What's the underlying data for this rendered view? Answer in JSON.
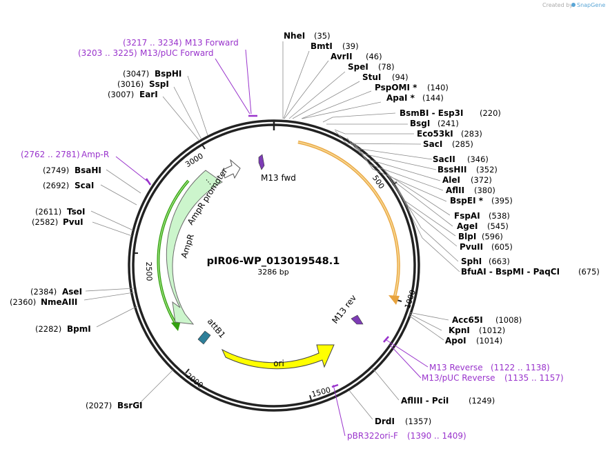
{
  "credit": {
    "prefix": "Created by",
    "brand": "SnapGene"
  },
  "plasmid": {
    "name": "pIR06-WP_013019548.1",
    "length": "3286 bp"
  },
  "ticks": [
    "500",
    "1000",
    "1500",
    "2000",
    "2500",
    "3000"
  ],
  "features": [
    {
      "name": "M13 fwd",
      "color": "#7d3cb5"
    },
    {
      "name": "AmpR promoter",
      "color": "#ffffff"
    },
    {
      "name": "AmpR",
      "color": "#ccf5cc"
    },
    {
      "name": "ori",
      "color": "#ffff00"
    },
    {
      "name": "attB1",
      "color": "#2e7f99"
    },
    {
      "name": "M13 rev",
      "color": "#7d3cb5"
    }
  ],
  "sites": [
    {
      "name": "NheI",
      "pos": "(35)"
    },
    {
      "name": "BmtI",
      "pos": "(39)"
    },
    {
      "name": "AvrII",
      "pos": "(46)"
    },
    {
      "name": "SpeI",
      "pos": "(78)"
    },
    {
      "name": "StuI",
      "pos": "(94)"
    },
    {
      "name": "PspOMI *",
      "pos": "(140)"
    },
    {
      "name": "ApaI *",
      "pos": "(144)"
    },
    {
      "name": "BsmBI - Esp3I",
      "pos": "(220)"
    },
    {
      "name": "BsgI",
      "pos": "(241)"
    },
    {
      "name": "Eco53kI",
      "pos": "(283)"
    },
    {
      "name": "SacI",
      "pos": "(285)"
    },
    {
      "name": "SacII",
      "pos": "(346)"
    },
    {
      "name": "BssHII",
      "pos": "(352)"
    },
    {
      "name": "AleI",
      "pos": "(372)"
    },
    {
      "name": "AflII",
      "pos": "(380)"
    },
    {
      "name": "BspEI *",
      "pos": "(395)"
    },
    {
      "name": "FspAI",
      "pos": "(538)"
    },
    {
      "name": "AgeI",
      "pos": "(545)"
    },
    {
      "name": "BlpI",
      "pos": "(596)"
    },
    {
      "name": "PvuII",
      "pos": "(605)"
    },
    {
      "name": "SphI",
      "pos": "(663)"
    },
    {
      "name": "BfuAI - BspMI - PaqCI",
      "pos": "(675)"
    },
    {
      "name": "Acc65I",
      "pos": "(1008)"
    },
    {
      "name": "KpnI",
      "pos": "(1012)"
    },
    {
      "name": "ApoI",
      "pos": "(1014)"
    },
    {
      "name": "AflIII - PciI",
      "pos": "(1249)"
    },
    {
      "name": "DrdI",
      "pos": "(1357)"
    },
    {
      "name": "BsrGI",
      "pos": "(2027)"
    },
    {
      "name": "BpmI",
      "pos": "(2282)"
    },
    {
      "name": "NmeAIII",
      "pos": "(2360)"
    },
    {
      "name": "AseI",
      "pos": "(2384)"
    },
    {
      "name": "PvuI",
      "pos": "(2582)"
    },
    {
      "name": "TsoI",
      "pos": "(2611)"
    },
    {
      "name": "ScaI",
      "pos": "(2692)"
    },
    {
      "name": "BsaHI",
      "pos": "(2749)"
    },
    {
      "name": "EarI",
      "pos": "(3007)"
    },
    {
      "name": "SspI",
      "pos": "(3016)"
    },
    {
      "name": "BspHI",
      "pos": "(3047)"
    }
  ],
  "primers": [
    {
      "name": "M13 Forward",
      "range": "(3217 .. 3234)"
    },
    {
      "name": "M13/pUC Forward",
      "range": "(3203 .. 3225)"
    },
    {
      "name": "Amp-R",
      "range": "(2762 .. 2781)"
    },
    {
      "name": "M13 Reverse",
      "range": "(1122 .. 1138)"
    },
    {
      "name": "M13/pUC Reverse",
      "range": "(1135 .. 1157)"
    },
    {
      "name": "pBR322ori-F",
      "range": "(1390 .. 1409)"
    }
  ]
}
